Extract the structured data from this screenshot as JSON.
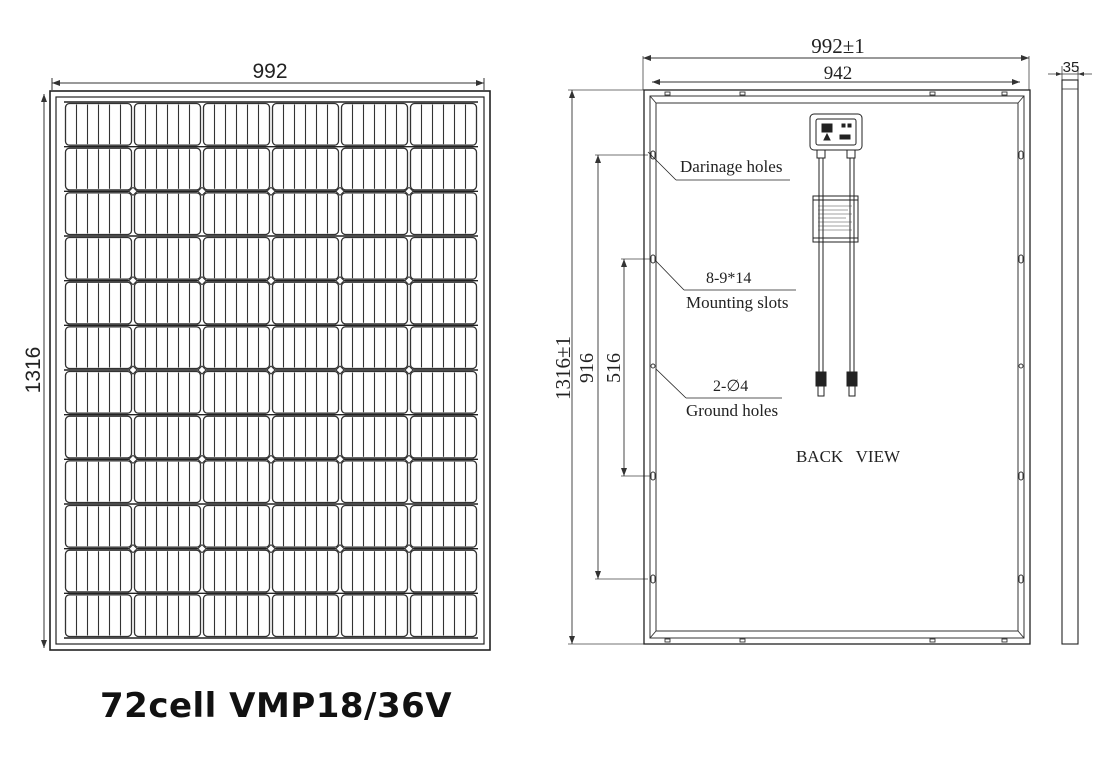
{
  "front": {
    "width_label": "992",
    "height_label": "1316",
    "cell_columns": 6,
    "cell_rows": 12
  },
  "back": {
    "outer_width_label": "992±1",
    "inner_width_label": "942",
    "height_label": "1316±1",
    "mount_span_label": "916",
    "ground_span_label": "516",
    "drainage_label": "Darinage holes",
    "slots_spec": "8-9*14",
    "slots_label": "Mounting slots",
    "ground_spec": "2-∅4",
    "ground_label": "Ground holes",
    "view_label": "BACK   VIEW"
  },
  "side": {
    "thickness_label": "35"
  },
  "caption": "72cell VMP18/36V",
  "colors": {
    "line": "#222222",
    "thin": "#444444",
    "cell": "#333333"
  }
}
